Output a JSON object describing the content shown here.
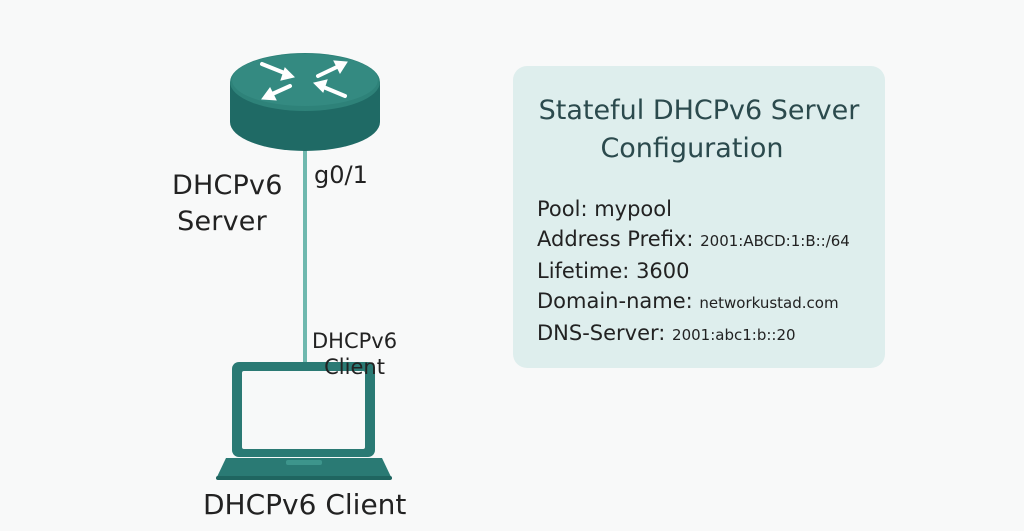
{
  "router": {
    "label_line1": "DHCPv6",
    "label_line2": "Server",
    "interface": "g0/1"
  },
  "client": {
    "inline_line1": "DHCPv6",
    "inline_line2": "Client",
    "label": "DHCPv6 Client"
  },
  "config": {
    "title_line1": "Stateful DHCPv6 Server",
    "title_line2": "Configuration",
    "items": [
      {
        "key": "Pool:",
        "value": "mypool"
      },
      {
        "key": "Address Prefix:",
        "value": "2001:ABCD:1:B::/64"
      },
      {
        "key": "Lifetime:",
        "value": "3600"
      },
      {
        "key": "Domain-name:",
        "value": "networkustad.com"
      },
      {
        "key": "DNS-Server:",
        "value": "2001:abc1:b::20"
      }
    ]
  },
  "colors": {
    "device_teal": "#2a7a74",
    "device_teal_light": "#38938b",
    "link_line": "#6fb8ae",
    "card_bg": "#deeeed"
  }
}
